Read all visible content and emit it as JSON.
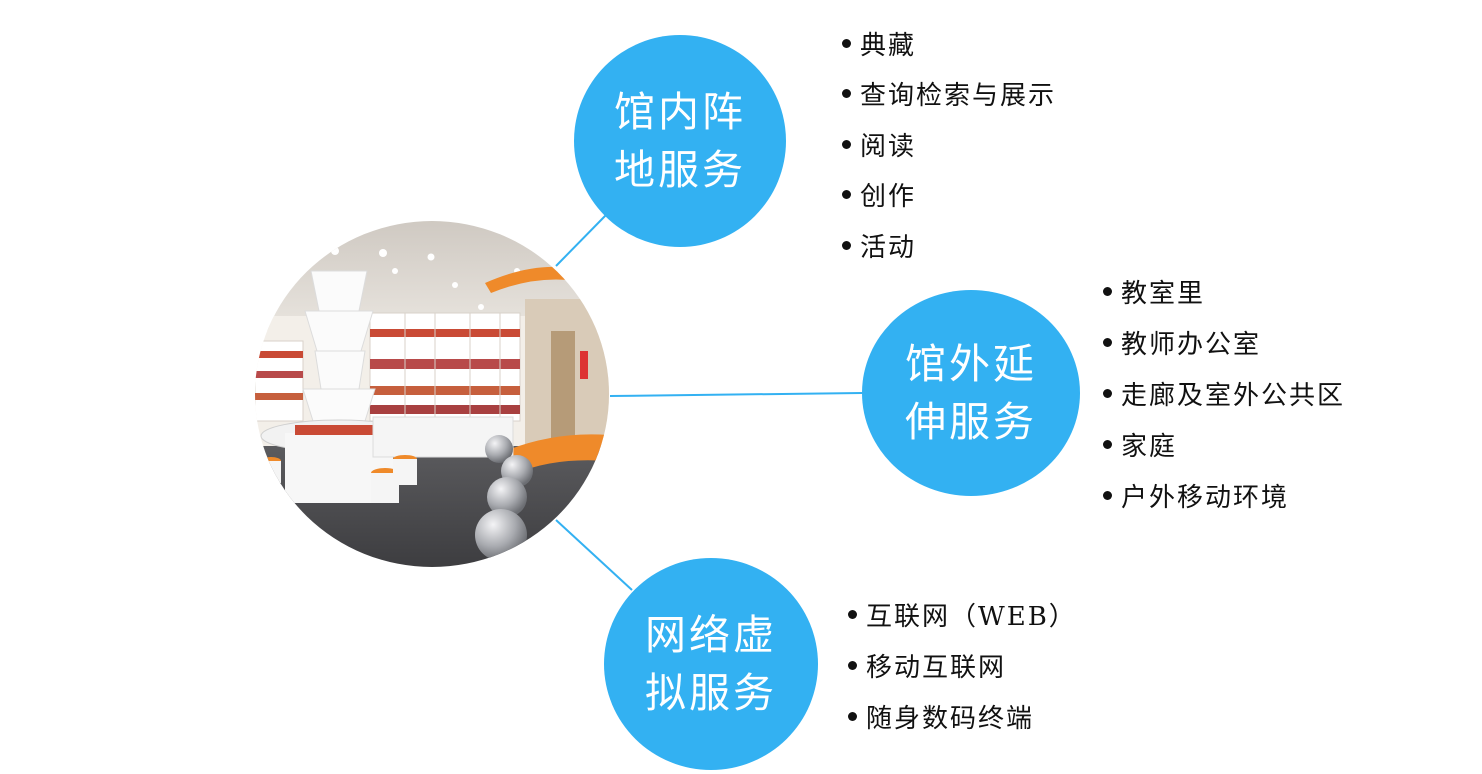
{
  "colors": {
    "bubble": "#33b1f2",
    "connector": "#33b1f2",
    "text": "#111111"
  },
  "center": {
    "image": "library-interior-photo"
  },
  "nodes": [
    {
      "title_line1": "馆内阵",
      "title_line2": "地服务",
      "items": [
        "典藏",
        "查询检索与展示",
        "阅读",
        "创作",
        "活动"
      ]
    },
    {
      "title_line1": "馆外延",
      "title_line2": "伸服务",
      "items": [
        "教室里",
        "教师办公室",
        "走廊及室外公共区",
        "家庭",
        "户外移动环境"
      ]
    },
    {
      "title_line1": "网络虚",
      "title_line2": "拟服务",
      "items": [
        "互联网（WEB）",
        "移动互联网",
        "随身数码终端"
      ]
    }
  ]
}
